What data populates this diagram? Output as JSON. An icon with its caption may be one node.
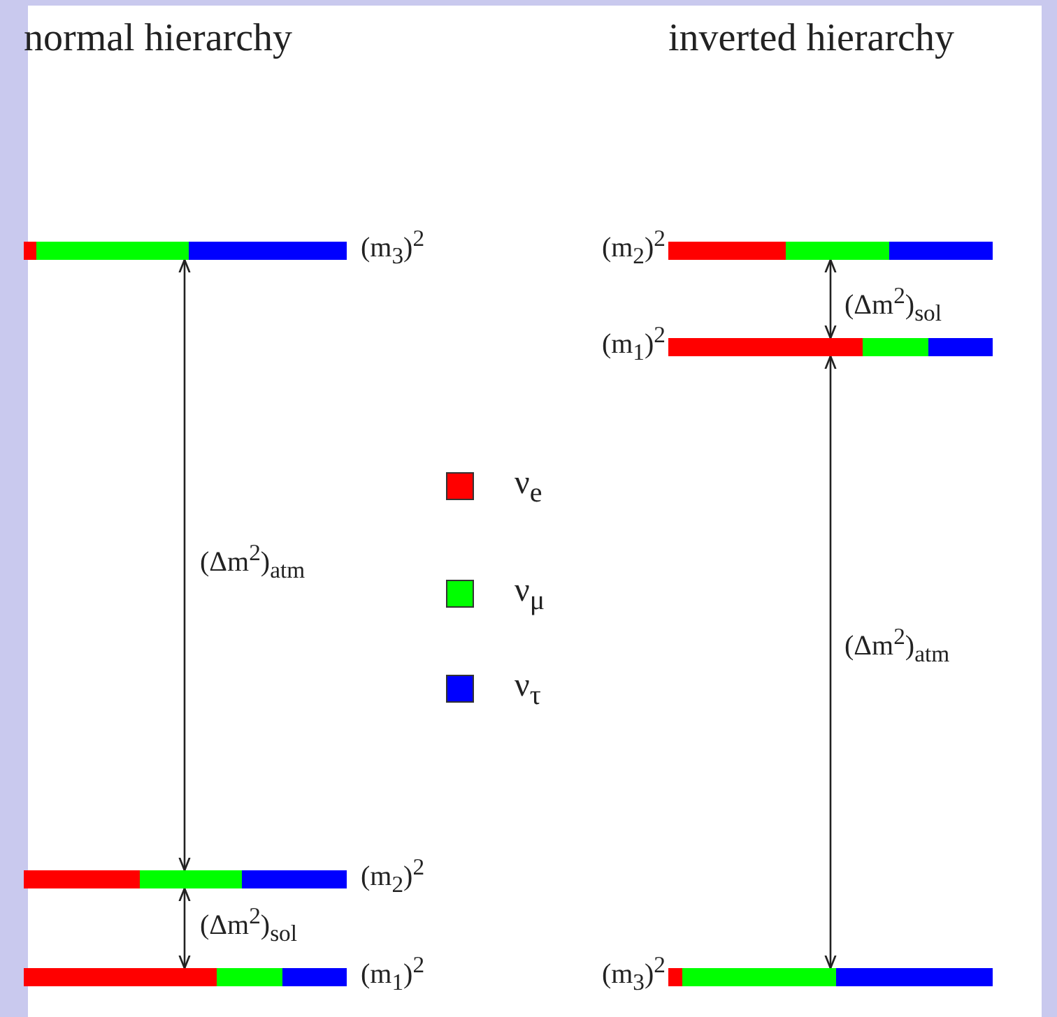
{
  "diagram": {
    "nodes": [
      {
        "text": [],
        "shape": "bar",
        "beside": [
          "(m$_{3}$)$^{2}$"
        ]
      },
      {
        "text": [],
        "shape": "bar",
        "beside": [
          "(m$_{2}$)$^{2}$"
        ]
      },
      {
        "text": [],
        "shape": "bar",
        "beside": [
          "(m$_{1}$)$^{2}$"
        ]
      },
      {
        "text": [],
        "shape": "bar",
        "beside": [
          "(m$_{2}$)$^{2}$"
        ]
      },
      {
        "text": [],
        "shape": "bar",
        "beside": [
          "(m$_{1}$)$^{2}$"
        ]
      },
      {
        "text": [],
        "shape": "bar",
        "beside": [
          "(m$_{3}$)$^{2}$"
        ]
      }
    ],
    "edges": [
      {
        "from": 0,
        "to": 1,
        "arrow": "both",
        "label": "(Δm$^{2}$)$_{atm}$"
      },
      {
        "from": 1,
        "to": 2,
        "arrow": "both",
        "label": "(Δm$^{2}$)$_{sol}$"
      },
      {
        "from": 3,
        "to": 4,
        "arrow": "both",
        "label": "(Δm$^{2}$)$_{sol}$"
      },
      {
        "from": 4,
        "to": 5,
        "arrow": "both",
        "label": "(Δm$^{2}$)$_{atm}$"
      }
    ],
    "labels": [
      "normal hierarchy",
      "inverted hierarchy"
    ],
    "legend": [
      {
        "text": "ν$_{e}$",
        "color": "#ff0000"
      },
      {
        "text": "ν$_{μ}$",
        "color": "#00ff00"
      },
      {
        "text": "ν$_{τ}$",
        "color": "#0000ff"
      }
    ]
  }
}
